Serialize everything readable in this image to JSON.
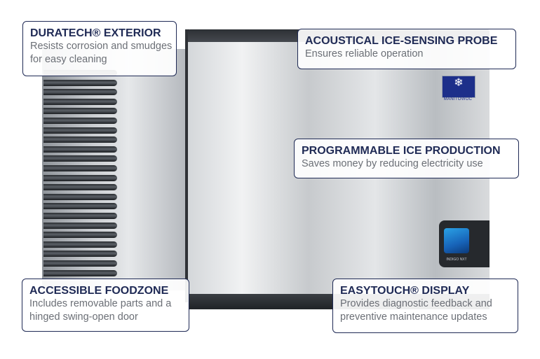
{
  "callouts": [
    {
      "title": "DURATECH® EXTERIOR",
      "text": "Resists corrosion and smudges for easy cleaning"
    },
    {
      "title": "ACOUSTICAL ICE-SENSING PROBE",
      "text": "Ensures reliable operation"
    },
    {
      "title": "PROGRAMMABLE ICE PRODUCTION",
      "text": "Saves money by reducing electricity use"
    },
    {
      "title": "ACCESSIBLE FOODZONE",
      "text": "Includes removable parts and a hinged swing-open door"
    },
    {
      "title": "EASYTOUCH® DISPLAY",
      "text": "Provides diagnostic feedback and preventive maintenance updates"
    }
  ],
  "machine": {
    "brand": "MANITOWOC",
    "display_label": "INDIGO NXT"
  },
  "colors": {
    "title": "#1f2a55",
    "text": "#6b6f76",
    "border": "#1f2a55",
    "brand": "#1d2f8a"
  }
}
